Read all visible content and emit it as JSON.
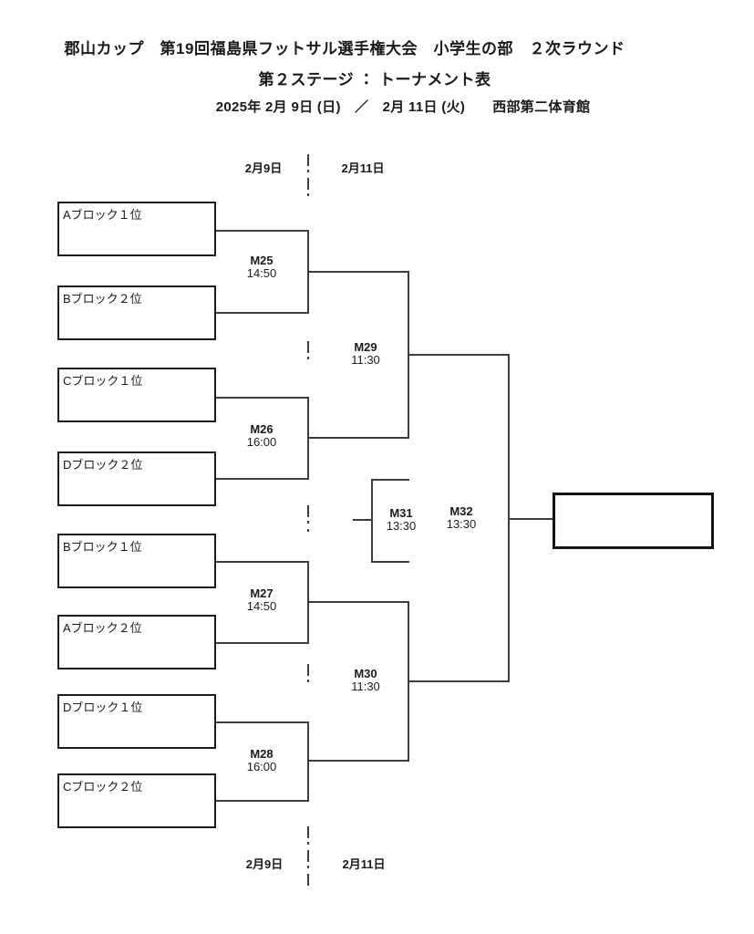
{
  "header": {
    "title_line1": "郡山カップ　第19回福島県フットサル選手権大会　小学生の部　２次ラウンド",
    "title_line2": "第２ステージ ： トーナメント表",
    "dates": "2025年 2月 9日 (日)　／　2月 11日 (火)",
    "venue": "西部第二体育館"
  },
  "bracket": {
    "day_labels": {
      "left": "2月9日",
      "right": "2月11日"
    },
    "teams": [
      {
        "label": "Aブロック１位"
      },
      {
        "label": "Bブロック２位"
      },
      {
        "label": "Cブロック１位"
      },
      {
        "label": "Dブロック２位"
      },
      {
        "label": "Bブロック１位"
      },
      {
        "label": "Aブロック２位"
      },
      {
        "label": "Dブロック１位"
      },
      {
        "label": "Cブロック２位"
      }
    ],
    "matches": [
      {
        "id": "M25",
        "time": "14:50"
      },
      {
        "id": "M26",
        "time": "16:00"
      },
      {
        "id": "M27",
        "time": "14:50"
      },
      {
        "id": "M28",
        "time": "16:00"
      },
      {
        "id": "M29",
        "time": "11:30"
      },
      {
        "id": "M30",
        "time": "11:30"
      },
      {
        "id": "M31",
        "time": "13:30"
      },
      {
        "id": "M32",
        "time": "13:30"
      }
    ]
  }
}
